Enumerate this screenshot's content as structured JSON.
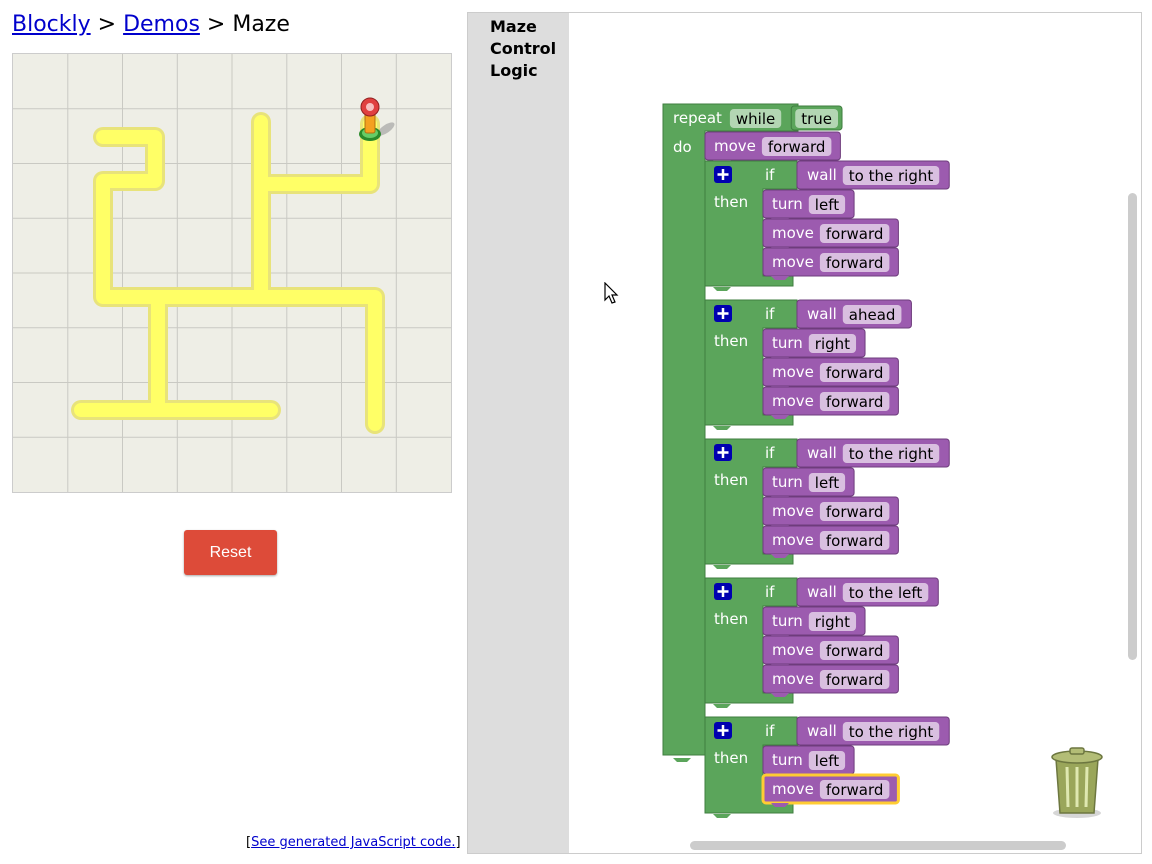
{
  "breadcrumb": {
    "link1": "Blockly",
    "sep1": ">",
    "link2": "Demos",
    "sep2": ">",
    "current": "Maze"
  },
  "maze": {
    "grid_cells": 8,
    "path_color": "#ffff66",
    "background_color": "#eeeee6"
  },
  "reset_button": {
    "label": "Reset",
    "color": "#dd4b39"
  },
  "code_link": {
    "open": "[",
    "text": "See generated JavaScript code.",
    "close": "]"
  },
  "toolbox": {
    "categories": [
      "Maze",
      "Control",
      "Logic"
    ]
  },
  "colors": {
    "loop_block": "#5ba55b",
    "maze_block": "#9c5baf",
    "selected_outline": "#fc3"
  },
  "program": {
    "repeat": {
      "label": "repeat",
      "mode": "while",
      "condition": "true",
      "do_label": "do"
    },
    "first": {
      "label": "move",
      "value": "forward"
    },
    "ifs": [
      {
        "if_label": "if",
        "cond_label": "wall",
        "cond": "to the right",
        "then_label": "then",
        "body": [
          {
            "label": "turn",
            "value": "left"
          },
          {
            "label": "move",
            "value": "forward"
          },
          {
            "label": "move",
            "value": "forward"
          }
        ]
      },
      {
        "if_label": "if",
        "cond_label": "wall",
        "cond": "ahead",
        "then_label": "then",
        "body": [
          {
            "label": "turn",
            "value": "right"
          },
          {
            "label": "move",
            "value": "forward"
          },
          {
            "label": "move",
            "value": "forward"
          }
        ]
      },
      {
        "if_label": "if",
        "cond_label": "wall",
        "cond": "to the right",
        "then_label": "then",
        "body": [
          {
            "label": "turn",
            "value": "left"
          },
          {
            "label": "move",
            "value": "forward"
          },
          {
            "label": "move",
            "value": "forward"
          }
        ]
      },
      {
        "if_label": "if",
        "cond_label": "wall",
        "cond": "to the left",
        "then_label": "then",
        "body": [
          {
            "label": "turn",
            "value": "right"
          },
          {
            "label": "move",
            "value": "forward"
          },
          {
            "label": "move",
            "value": "forward"
          }
        ]
      },
      {
        "if_label": "if",
        "cond_label": "wall",
        "cond": "to the right",
        "then_label": "then",
        "body": [
          {
            "label": "turn",
            "value": "left"
          },
          {
            "label": "move",
            "value": "forward",
            "selected": true
          }
        ]
      }
    ]
  }
}
